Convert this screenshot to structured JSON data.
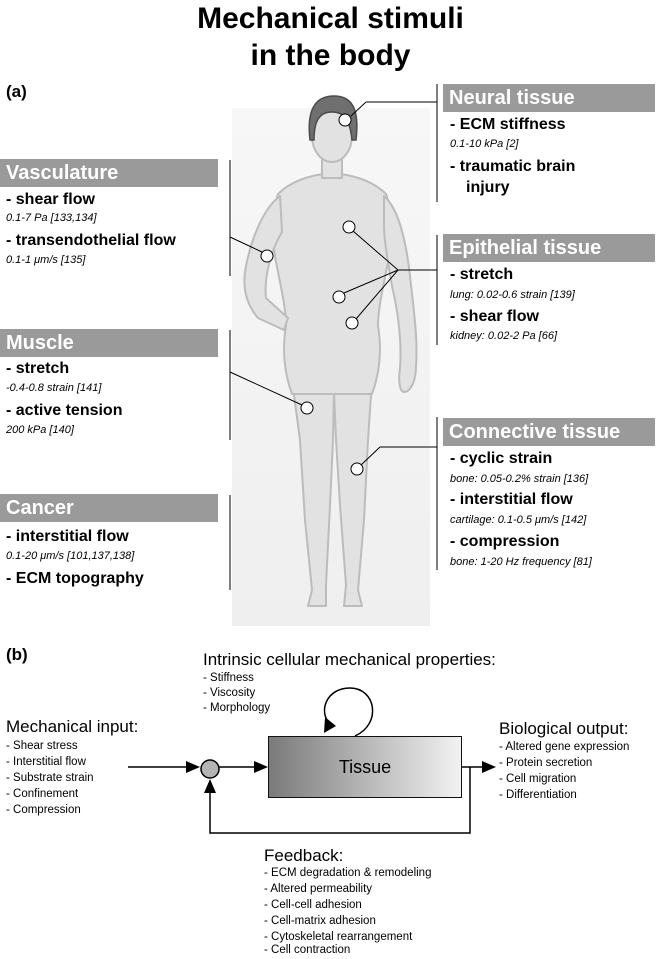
{
  "title_line1": "Mechanical stimuli",
  "title_line2": "in the body",
  "panel_a": "(a)",
  "panel_b": "(b)",
  "sections": {
    "vasculature": {
      "header": "Vasculature",
      "items": [
        "- shear flow",
        "- transendothelial flow"
      ],
      "subs": [
        "0.1-7 Pa [133,134]",
        "0.1-1 μm/s [135]"
      ]
    },
    "muscle": {
      "header": "Muscle",
      "items": [
        "- stretch",
        "- active tension"
      ],
      "subs": [
        "-0.4-0.8 strain [141]",
        "200 kPa [140]"
      ]
    },
    "cancer": {
      "header": "Cancer",
      "items": [
        "- interstitial flow",
        "- ECM topography"
      ],
      "subs": [
        "0.1-20 μm/s [101,137,138]"
      ]
    },
    "neural": {
      "header": "Neural tissue",
      "items": [
        "- ECM stiffness",
        "- traumatic brain",
        "injury"
      ],
      "subs": [
        "0.1-10 kPa [2]"
      ]
    },
    "epithelial": {
      "header": "Epithelial tissue",
      "items": [
        "- stretch",
        "- shear flow"
      ],
      "subs": [
        "lung: 0.02-0.6 strain [139]",
        "kidney:  0.02-2 Pa [66]"
      ]
    },
    "connective": {
      "header": "Connective tissue",
      "items": [
        "- cyclic strain",
        "- interstitial flow",
        "- compression"
      ],
      "subs": [
        "bone: 0.05-0.2% strain [136]",
        "cartilage: 0.1-0.5 μm/s [142]",
        "bone: 1-20 Hz frequency [81]"
      ]
    }
  },
  "diagram": {
    "intrinsic": {
      "heading": "Intrinsic cellular mechanical properties:",
      "items": [
        "- Stiffness",
        "- Viscosity",
        "- Morphology"
      ]
    },
    "input": {
      "heading": "Mechanical input:",
      "items": [
        "- Shear stress",
        "- Interstitial flow",
        "- Substrate strain",
        "- Confinement",
        "- Compression"
      ]
    },
    "output": {
      "heading": "Biological output:",
      "items": [
        "- Altered gene expression",
        "- Protein secretion",
        "- Cell migration",
        "- Differentiation"
      ]
    },
    "tissue_label": "Tissue",
    "feedback": {
      "heading": "Feedback:",
      "items": [
        "- ECM degradation & remodeling",
        "- Altered permeability",
        "- Cell-cell adhesion",
        "- Cell-matrix adhesion",
        "- Cytoskeletal rearrangement",
        "- Cell contraction"
      ]
    }
  },
  "colors": {
    "header_bg": "#9a9a9a",
    "body_fill": "#e2e2e2",
    "hair": "#6f6f6f",
    "background_glow": "#f2f2f2"
  }
}
